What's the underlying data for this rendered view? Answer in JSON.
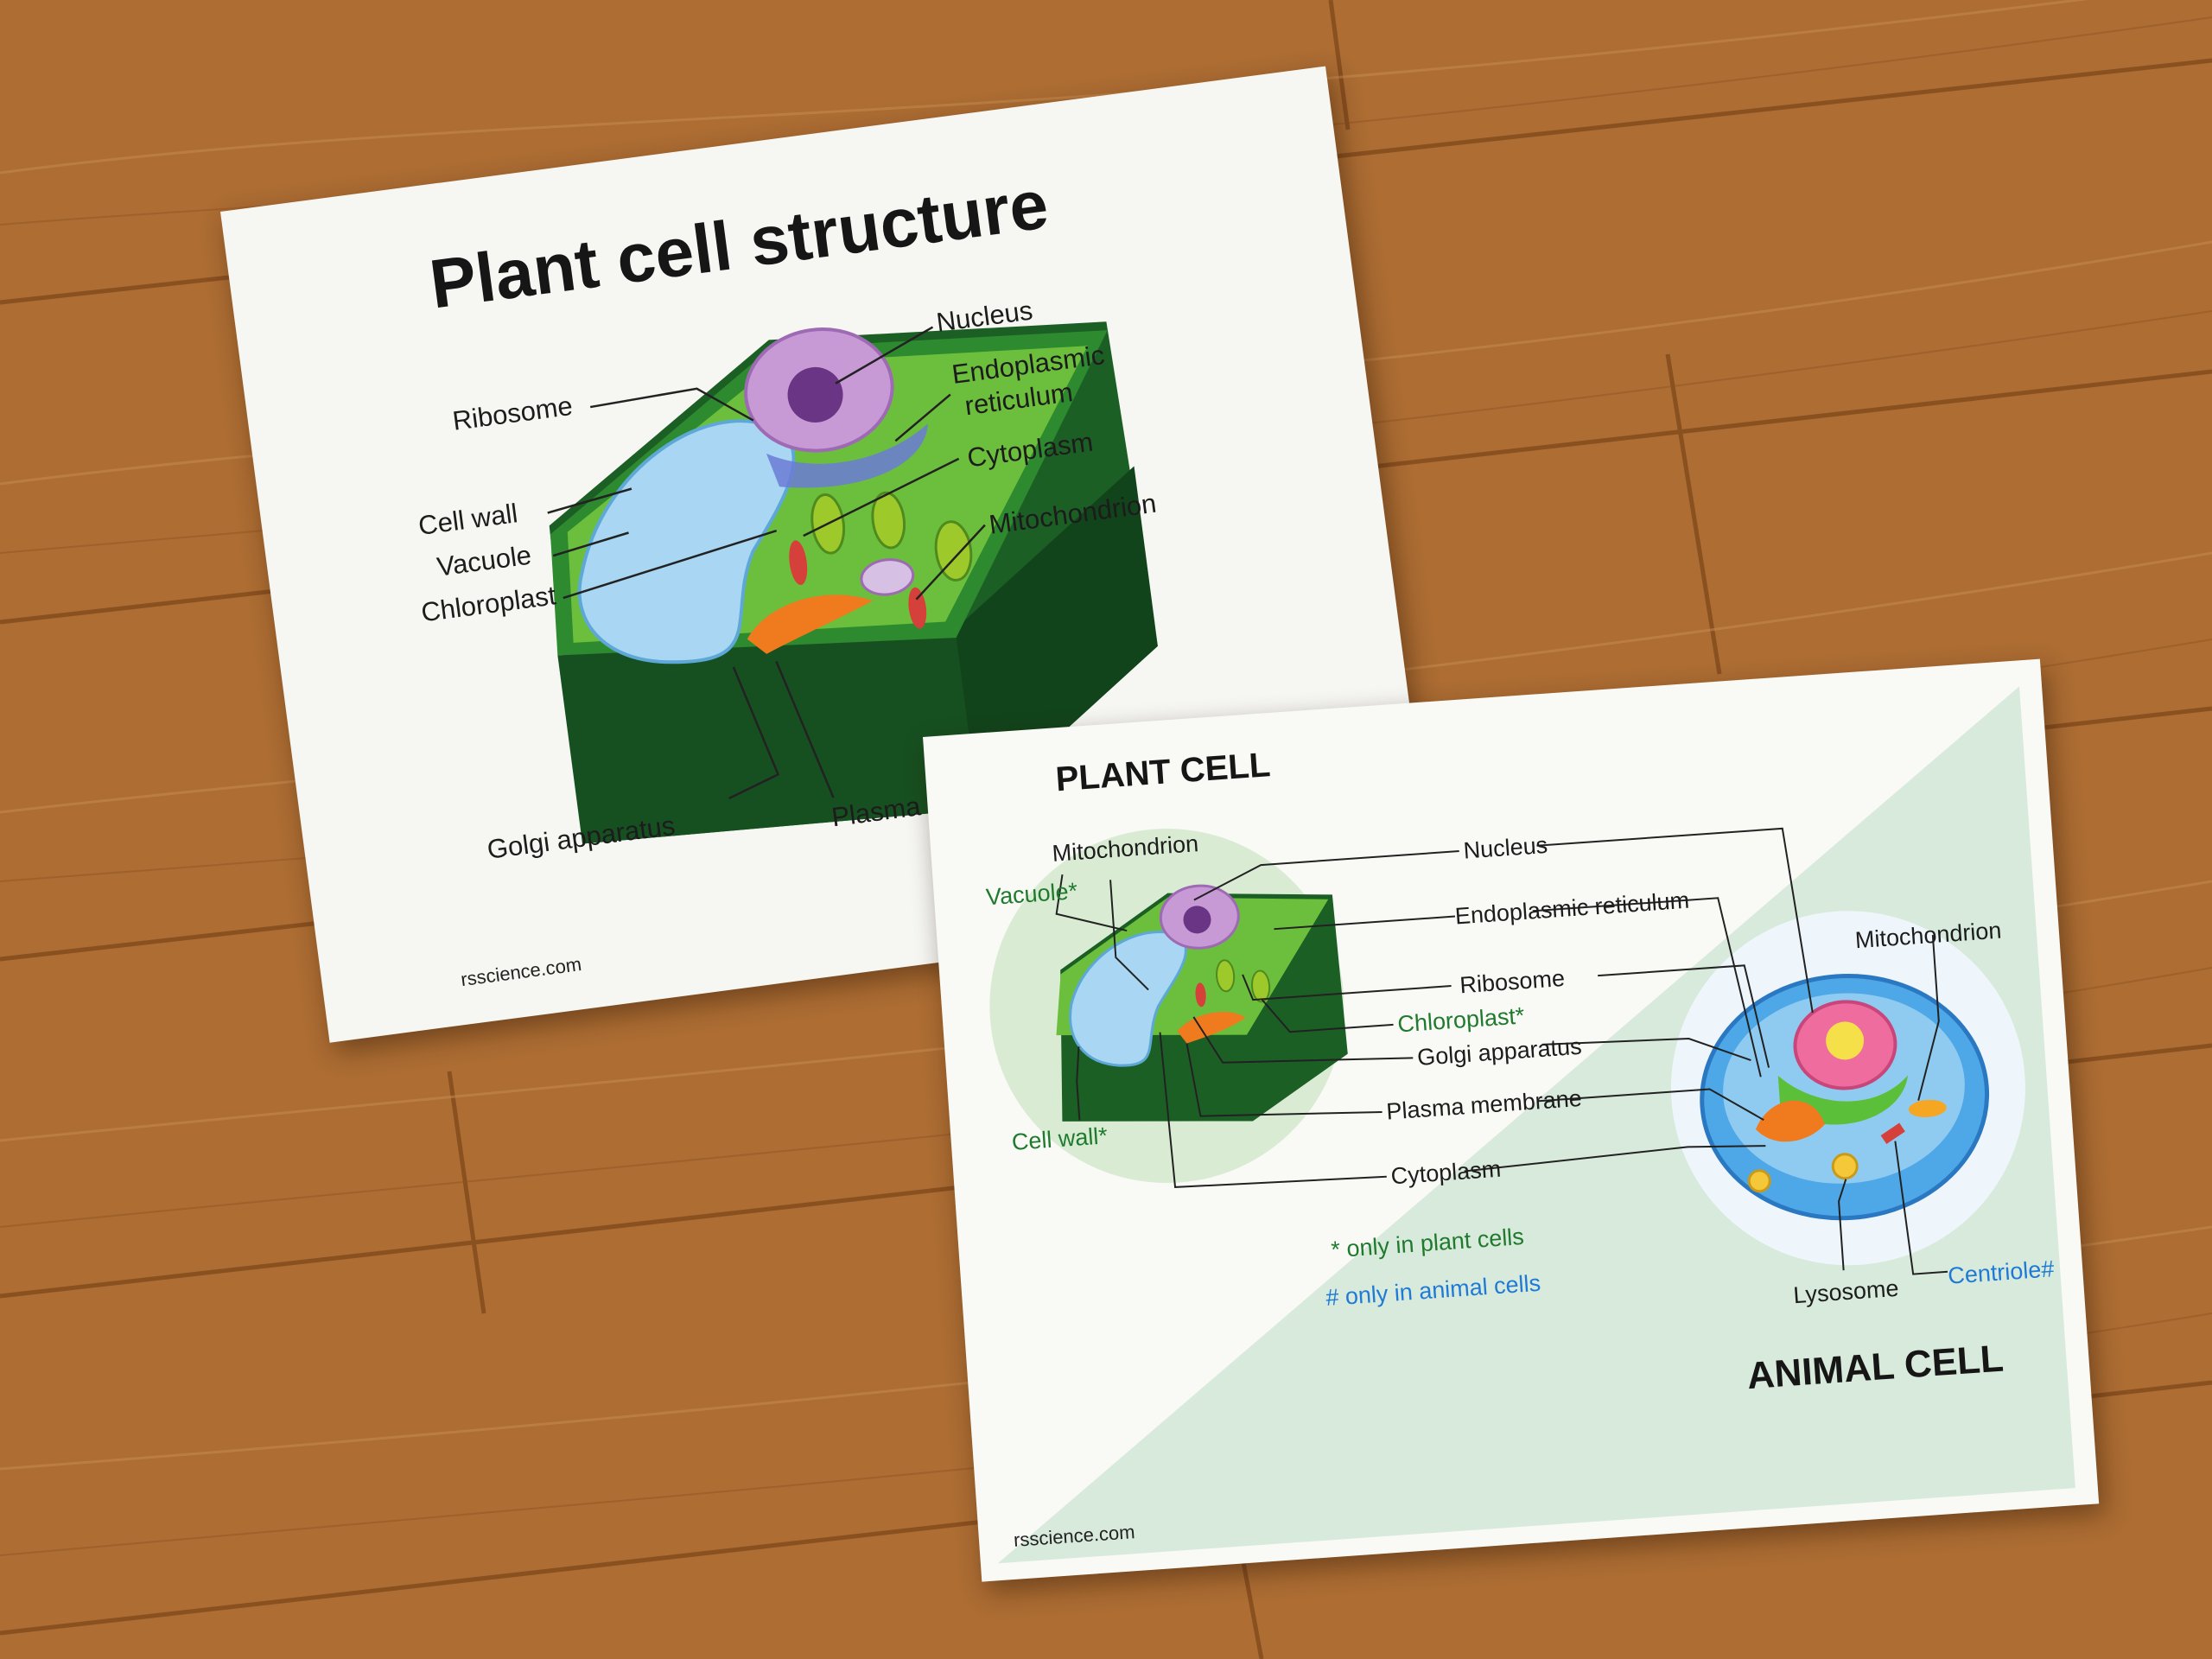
{
  "sheet1": {
    "title": "Plant cell structure",
    "labels": {
      "ribosome": "Ribosome",
      "cell_wall": "Cell wall",
      "vacuole": "Vacuole",
      "chloroplast": "Chloroplast",
      "nucleus": "Nucleus",
      "er_line1": "Endoplasmic",
      "er_line2": "reticulum",
      "cytoplasm": "Cytoplasm",
      "mitochondrion": "Mitochondrion",
      "golgi": "Golgi apparatus",
      "plasma_membrane_partial": "Plasma m"
    },
    "footer": "rsscience.com"
  },
  "sheet2": {
    "plant_heading": "PLANT CELL",
    "animal_heading": "ANIMAL CELL",
    "labels": {
      "mitochondrion_plant": "Mitochondrion",
      "vacuole": "Vacuole*",
      "cell_wall": "Cell wall*",
      "nucleus": "Nucleus",
      "er": "Endoplasmic reticulum",
      "ribosome": "Ribosome",
      "chloroplast": "Chloroplast*",
      "golgi": "Golgi apparatus",
      "plasma_membrane": "Plasma membrane",
      "cytoplasm": "Cytoplasm",
      "mitochondrion_animal": "Mitochondrion",
      "centriole": "Centriole#",
      "lysosome": "Lysosome"
    },
    "legend": {
      "plant_only": "* only in plant cells",
      "animal_only": "# only in animal cells"
    },
    "footer": "rsscience.com"
  },
  "colors": {
    "floor": "#b3733a",
    "paper": "#f6f6f2",
    "background_triangle": "#d8eadb",
    "cell_wall": "#1f6b2a",
    "vacuole": "#a9d6f2",
    "nucleus": "#c79ad6",
    "golgi": "#f07a1e",
    "green_label": "#1f7a2e",
    "blue_label": "#1e7ad6"
  }
}
